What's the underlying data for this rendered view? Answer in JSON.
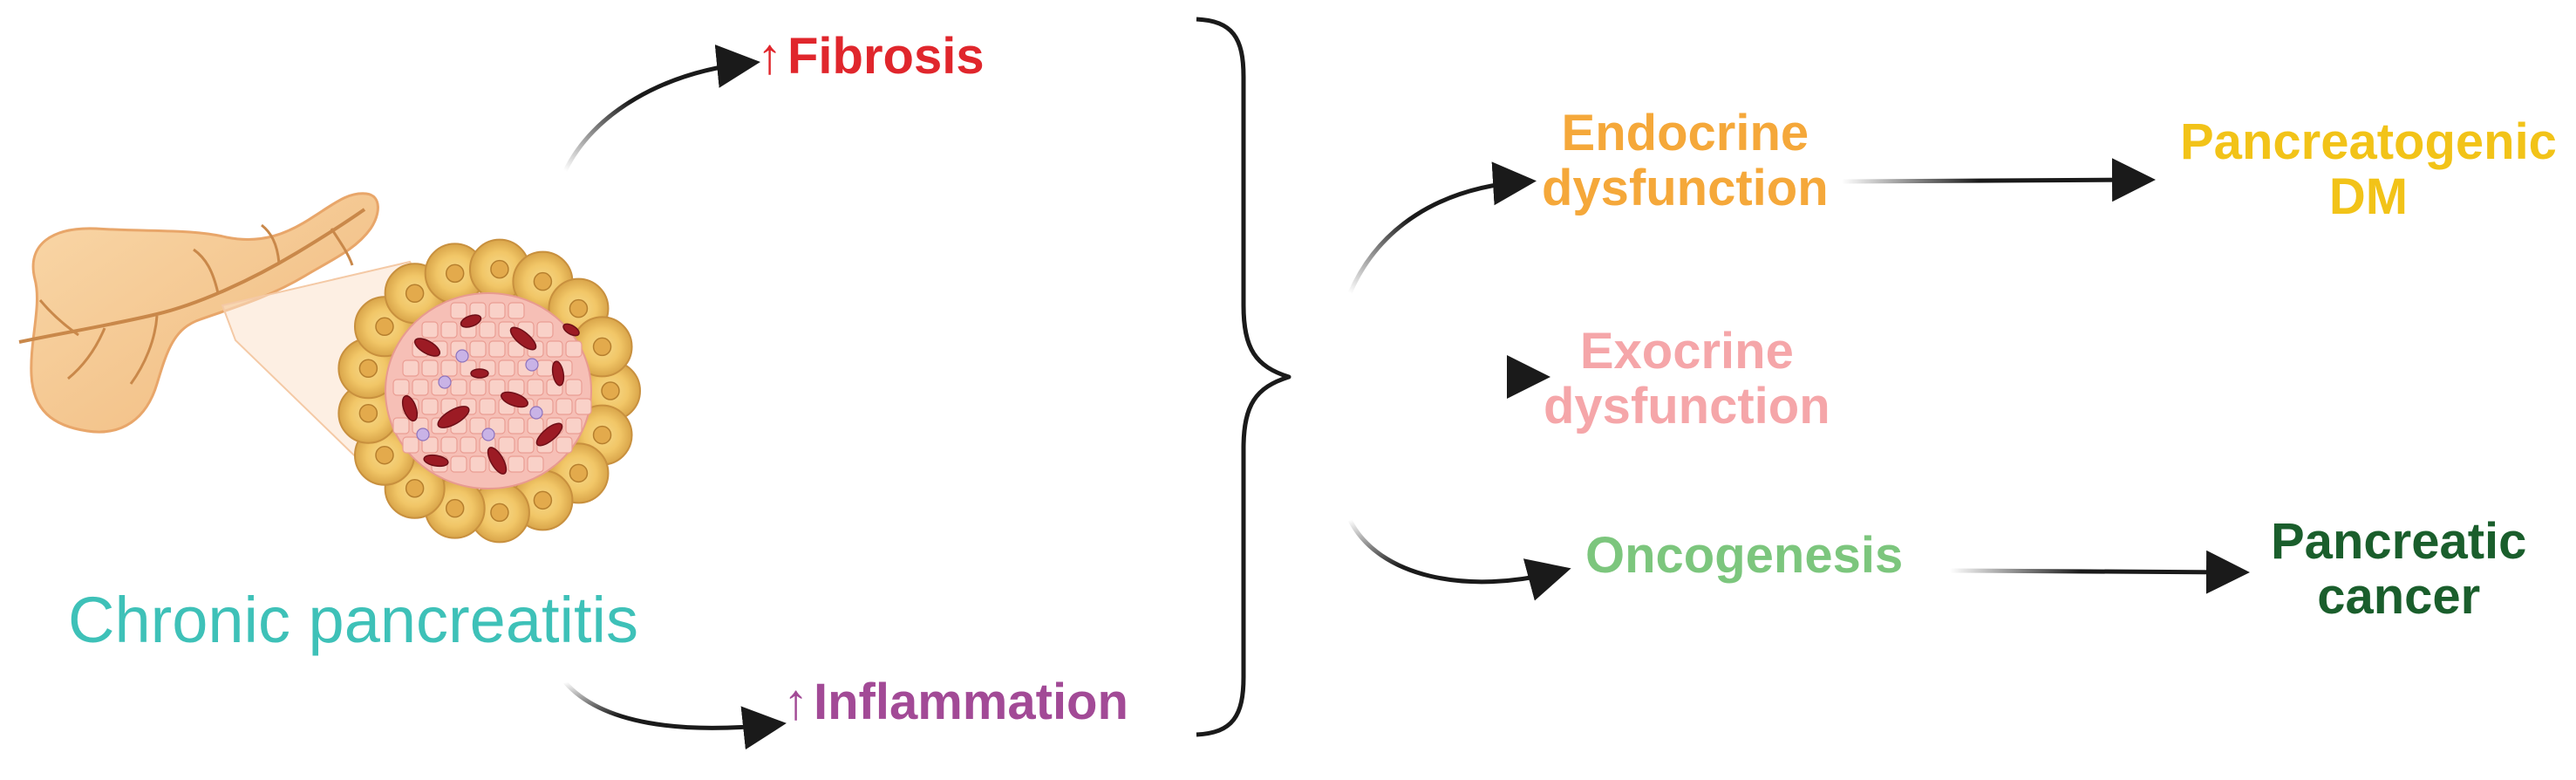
{
  "colors": {
    "fibrosis": "#e0262c",
    "inflammation": "#a24a96",
    "endocrine": "#f5a83a",
    "pancreatogenic": "#f2c318",
    "exocrine": "#f5a6a9",
    "oncogenesis": "#7cc67d",
    "pancreatic_cancer": "#1a5e2c",
    "chronic_pancreatitis": "#3ec1b8",
    "arrow": "#1a1a1a"
  },
  "labels": {
    "arrow_symbol": "↑",
    "fibrosis": "Fibrosis",
    "inflammation": "Inflammation",
    "chronic_pancreatitis": "Chronic pancreatitis",
    "endocrine_line1": "Endocrine",
    "endocrine_line2": "dysfunction",
    "exocrine_line1": "Exocrine",
    "exocrine_line2": "dysfunction",
    "oncogenesis": "Oncogenesis",
    "pancreatogenic_line1": "Pancreatogenic",
    "pancreatogenic_line2": "DM",
    "pancreatic_cancer_line1": "Pancreatic",
    "pancreatic_cancer_line2": "cancer"
  },
  "icons": {
    "organ": "pancreas-illustration",
    "tissue": "tissue-cross-section-illustration",
    "brace": "right-curly-brace"
  }
}
